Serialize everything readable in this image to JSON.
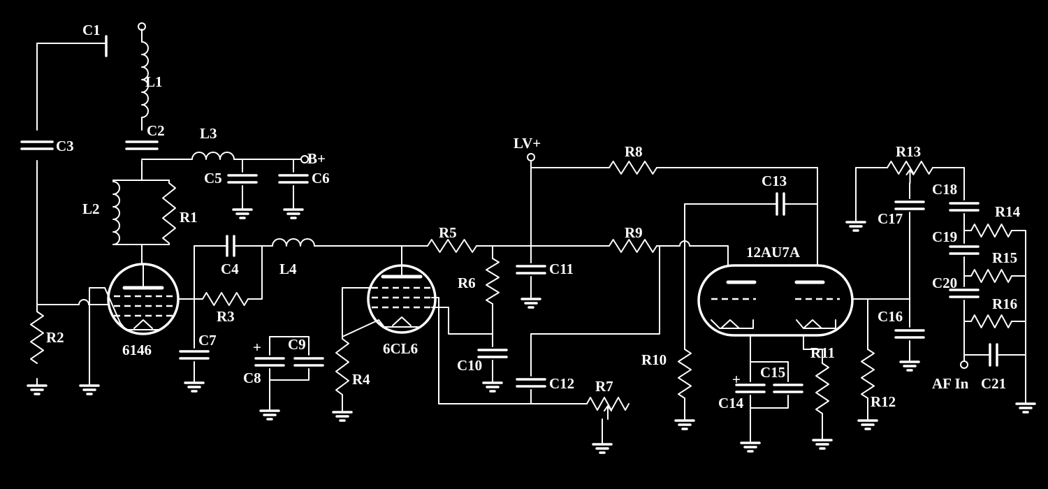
{
  "colors": {
    "background": "#000000",
    "ink": "#ffffff"
  },
  "labels": {
    "C1": "C1",
    "C2": "C2",
    "C3": "C3",
    "C4": "C4",
    "C5": "C5",
    "C6": "C6",
    "C7": "C7",
    "C8": "C8",
    "C9": "C9",
    "C10": "C10",
    "C11": "C11",
    "C12": "C12",
    "C13": "C13",
    "C14": "C14",
    "C15": "C15",
    "C16": "C16",
    "C17": "C17",
    "C18": "C18",
    "C19": "C19",
    "C20": "C20",
    "C21": "C21",
    "R1": "R1",
    "R2": "R2",
    "R3": "R3",
    "R4": "R4",
    "R5": "R5",
    "R6": "R6",
    "R7": "R7",
    "R8": "R8",
    "R9": "R9",
    "R10": "R10",
    "R11": "R11",
    "R12": "R12",
    "R13": "R13",
    "R14": "R14",
    "R15": "R15",
    "R16": "R16",
    "L1": "L1",
    "L2": "L2",
    "L3": "L3",
    "L4": "L4",
    "tube_6146": "6146",
    "tube_6CL6": "6CL6",
    "tube_12AU7A": "12AU7A",
    "B_plus": "B+",
    "LV_plus": "LV+",
    "AF_in": "AF In",
    "plus_C8": "+",
    "plus_C14": "+"
  }
}
